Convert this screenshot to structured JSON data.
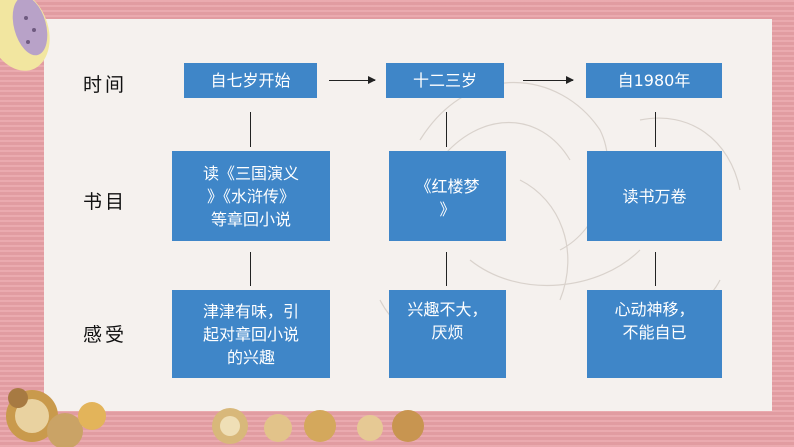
{
  "rows": {
    "time": "时间",
    "books": "书目",
    "feeling": "感受"
  },
  "columns": [
    {
      "time": "自七岁开始",
      "books": [
        "读《三国演义",
        "》《水浒传》",
        "等章回小说"
      ],
      "feeling": [
        "津津有味，引",
        "起对章回小说",
        "的兴趣"
      ]
    },
    {
      "time": "十二三岁",
      "books": [
        "《红楼梦",
        "》"
      ],
      "feeling": [
        "兴趣不大，",
        "厌烦"
      ]
    },
    {
      "time": "自1980年",
      "books": [
        "读书万卷"
      ],
      "feeling": [
        "心动神移，",
        "不能自已"
      ]
    }
  ],
  "colors": {
    "box": "#3f86c8",
    "background": "#e8a1a6",
    "panel": "#f5f1ee"
  }
}
